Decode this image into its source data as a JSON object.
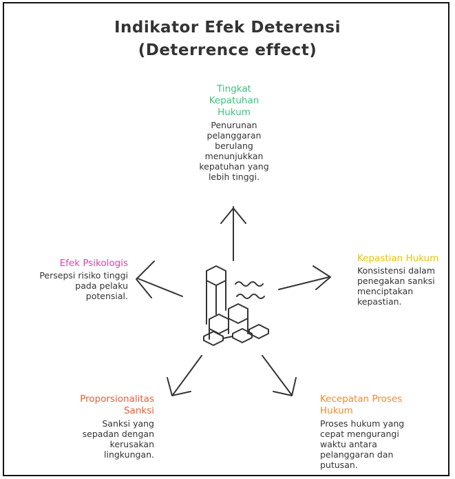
{
  "title": {
    "line1": "Indikator Efek Deterensi",
    "line2": "(Deterrence effect)"
  },
  "colors": {
    "top": "#3fbf7f",
    "left": "#e43fa8",
    "right": "#e8c400",
    "bottom_left": "#ee5a36",
    "bottom_right": "#f08a2a"
  },
  "center_icon": "hexagon-cluster-waves-icon",
  "nodes": {
    "top": {
      "title_lines": [
        "Tingkat",
        "Kepatuhan",
        "Hukum"
      ],
      "desc_lines": [
        "Penurunan",
        "pelanggaran",
        "berulang",
        "menunjukkan",
        "kepatuhan yang",
        "lebih tinggi."
      ]
    },
    "left": {
      "title_lines": [
        "Efek Psikologis"
      ],
      "desc_lines": [
        "Persepsi risiko tinggi",
        "pada pelaku",
        "potensial."
      ]
    },
    "right": {
      "title_lines": [
        "Kepastian Hukum"
      ],
      "desc_lines": [
        "Konsistensi dalam",
        "penegakan sanksi",
        "menciptakan",
        "kepastian."
      ]
    },
    "bottom_left": {
      "title_lines": [
        "Proporsionalitas",
        "Sanksi"
      ],
      "desc_lines": [
        "Sanksi yang",
        "sepadan dengan",
        "kerusakan",
        "lingkungan."
      ]
    },
    "bottom_right": {
      "title_lines": [
        "Kecepatan Proses",
        "Hukum"
      ],
      "desc_lines": [
        "Proses hukum yang",
        "cepat mengurangi",
        "waktu antara",
        "pelanggaran dan",
        "putusan."
      ]
    }
  }
}
